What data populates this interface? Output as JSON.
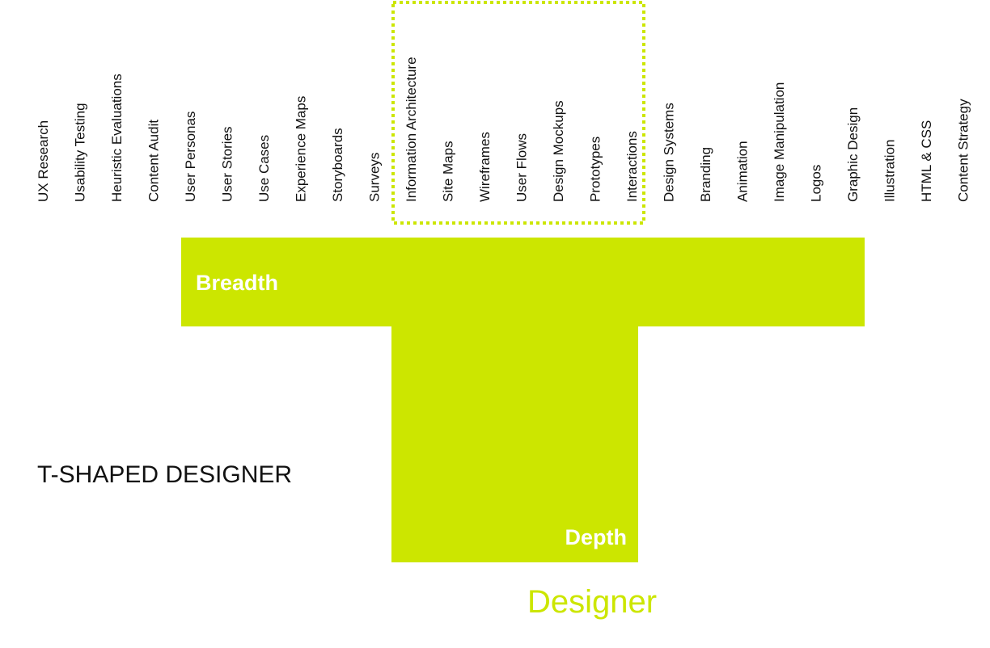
{
  "colors": {
    "accent": "#cce600",
    "text": "#111111",
    "label_on_accent": "#ffffff"
  },
  "skills": [
    "UX Research",
    "Usability Testing",
    "Heuristic Evaluations",
    "Content Audit",
    "User Personas",
    "User Stories",
    "Use Cases",
    "Experience Maps",
    "Storyboards",
    "Surveys",
    "Information Architecture",
    "Site Maps",
    "Wireframes",
    "User Flows",
    "Design Mockups",
    "Prototypes",
    "Interactions",
    "Design Systems",
    "Branding",
    "Animation",
    "Image Manipulation",
    "Logos",
    "Graphic Design",
    "Illustration",
    "HTML & CSS",
    "Content Strategy"
  ],
  "highlighted_skills": [
    "Information Architecture",
    "Site Maps",
    "Wireframes",
    "User Flows",
    "Design Mockups",
    "Prototypes",
    "Interactions"
  ],
  "breadth_label": "Breadth",
  "depth_label": "Depth",
  "diagram_title": "T-SHAPED DESIGNER",
  "role_label": "Designer"
}
